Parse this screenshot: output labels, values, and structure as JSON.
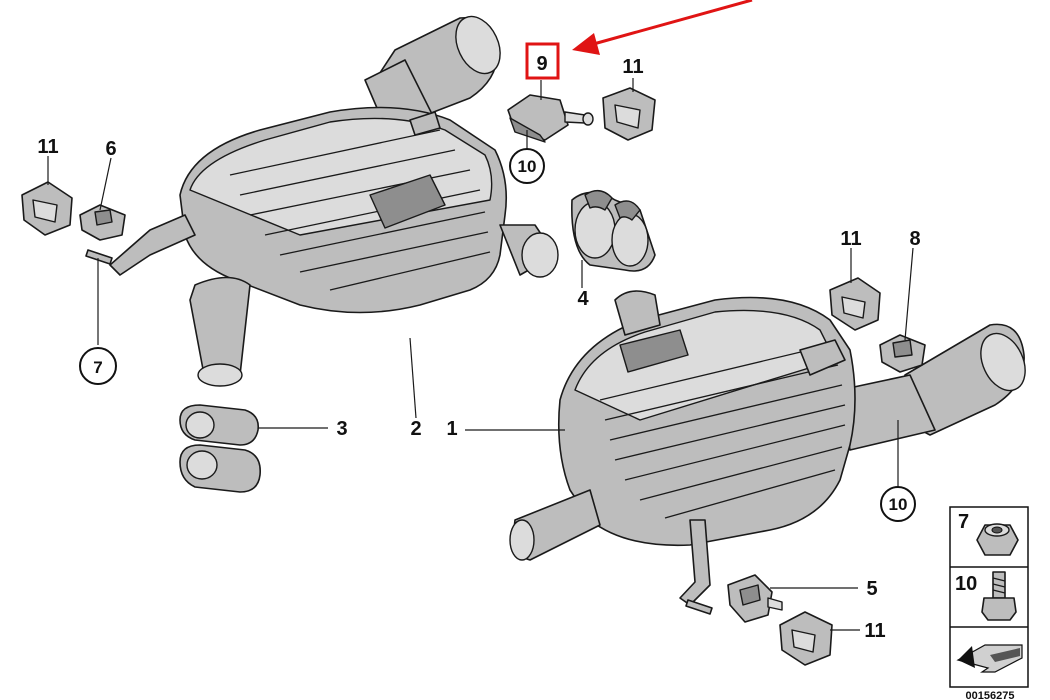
{
  "diagram": {
    "callouts": [
      {
        "id": "c9",
        "text": "9",
        "highlighted": true
      },
      {
        "id": "c11a",
        "text": "11"
      },
      {
        "id": "c10a",
        "text": "10",
        "circled": true
      },
      {
        "id": "c11b",
        "text": "11"
      },
      {
        "id": "c6",
        "text": "6"
      },
      {
        "id": "c7",
        "text": "7",
        "circled": true
      },
      {
        "id": "c4",
        "text": "4"
      },
      {
        "id": "c11c",
        "text": "11"
      },
      {
        "id": "c8",
        "text": "8"
      },
      {
        "id": "c3",
        "text": "3"
      },
      {
        "id": "c2",
        "text": "2"
      },
      {
        "id": "c1",
        "text": "1"
      },
      {
        "id": "c10b",
        "text": "10",
        "circled": true
      },
      {
        "id": "c5",
        "text": "5"
      },
      {
        "id": "c11d",
        "text": "11"
      }
    ],
    "legend": {
      "items": [
        {
          "text": "7",
          "icon": "nut-icon"
        },
        {
          "text": "10",
          "icon": "bolt-icon"
        }
      ],
      "direction_icon": "arrow-direction-icon"
    },
    "drawing_code": "00156275",
    "colors": {
      "highlight": "#e01414",
      "line": "#1a1a1a",
      "part_fill": "#bdbdbd",
      "background": "#ffffff"
    }
  }
}
